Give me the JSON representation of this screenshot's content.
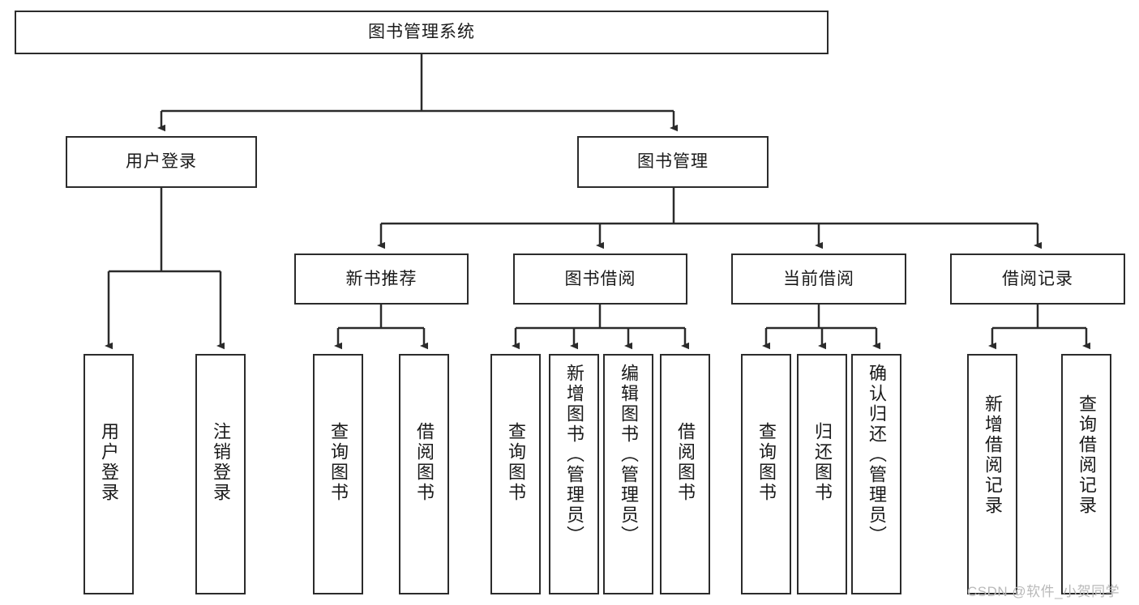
{
  "diagram": {
    "type": "tree-hierarchy",
    "title": "图书管理系统",
    "root": {
      "label": "图书管理系统"
    },
    "level2": [
      {
        "label": "用户登录"
      },
      {
        "label": "图书管理"
      }
    ],
    "level3": [
      {
        "label": "新书推荐"
      },
      {
        "label": "图书借阅"
      },
      {
        "label": "当前借阅"
      },
      {
        "label": "借阅记录"
      }
    ],
    "leaves": {
      "user_login": [
        {
          "label": "用户登录"
        },
        {
          "label": "注销登录"
        }
      ],
      "new_book_recommend": [
        {
          "label": "查询图书"
        },
        {
          "label": "借阅图书"
        }
      ],
      "book_borrow": [
        {
          "label": "查询图书"
        },
        {
          "label": "新增图书（管理员）"
        },
        {
          "label": "编辑图书（管理员）"
        },
        {
          "label": "借阅图书"
        }
      ],
      "current_borrow": [
        {
          "label": "查询图书"
        },
        {
          "label": "归还图书"
        },
        {
          "label": "确认归还（管理员）"
        }
      ],
      "borrow_records": [
        {
          "label": "新增借阅记录"
        },
        {
          "label": "查询借阅记录"
        }
      ]
    }
  },
  "watermark": {
    "text": "CSDN @软件_小贺同学"
  },
  "colors": {
    "stroke": "#2b2b2b",
    "background": "#ffffff",
    "text": "#1a1a1a",
    "watermark": "#b9b9b9"
  }
}
